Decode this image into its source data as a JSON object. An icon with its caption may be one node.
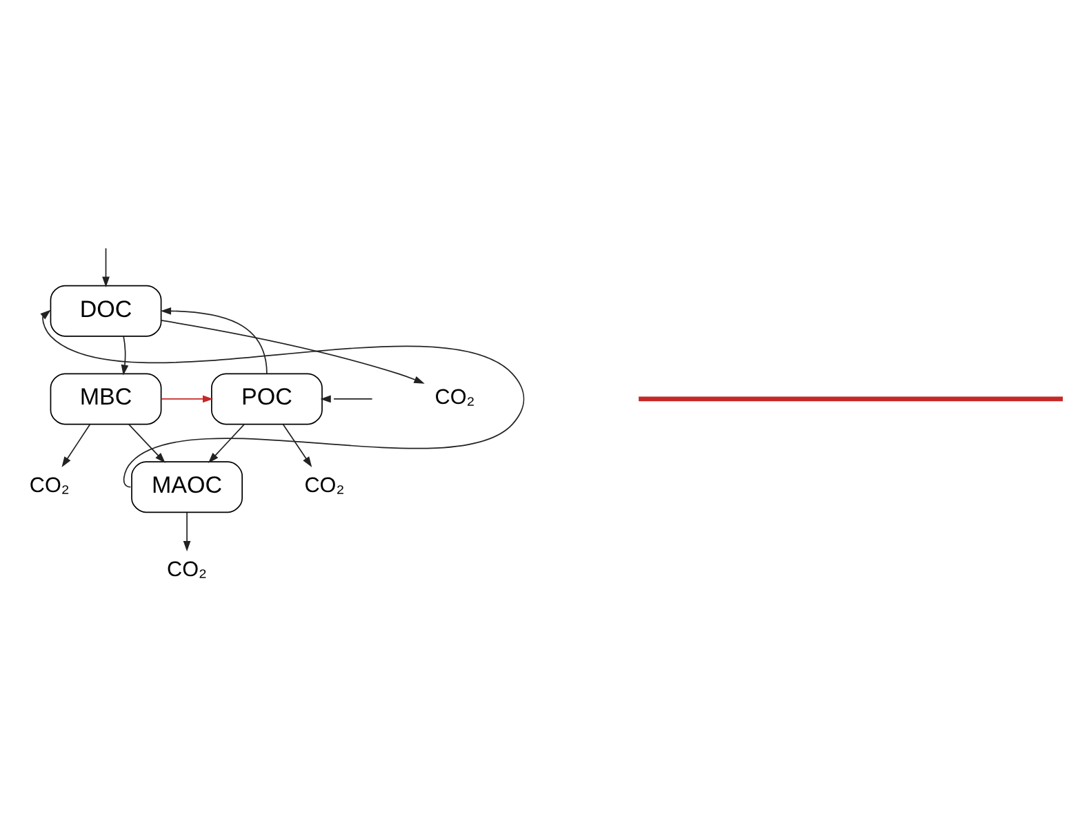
{
  "diagram": {
    "nodes": [
      {
        "text": [
          "DOC"
        ]
      },
      {
        "text": [
          "MBC"
        ]
      },
      {
        "text": [
          "POC"
        ]
      },
      {
        "text": [
          "MAOC"
        ]
      },
      {
        "text": [
          "CO₂"
        ]
      },
      {
        "text": [
          "CO₂"
        ]
      },
      {
        "text": [
          "CO₂"
        ]
      },
      {
        "text": [
          "CO₂"
        ]
      },
      {
        "text": [],
        "shape": "bar"
      }
    ],
    "edges": [
      {
        "from": null,
        "to": 0,
        "arrow": "to"
      },
      {
        "from": 0,
        "to": 4,
        "arrow": "to"
      },
      {
        "from": 0,
        "to": 1,
        "arrow": "to"
      },
      {
        "from": 1,
        "to": 2,
        "arrow": "to",
        "color": "#c62828"
      },
      {
        "from": null,
        "to": 2,
        "arrow": "to"
      },
      {
        "from": 1,
        "to": 5,
        "arrow": "to"
      },
      {
        "from": 2,
        "to": 6,
        "arrow": "to"
      },
      {
        "from": 2,
        "to": 0,
        "arrow": "to"
      },
      {
        "from": 1,
        "to": 3,
        "arrow": "to"
      },
      {
        "from": 2,
        "to": 3,
        "arrow": "to"
      },
      {
        "from": 3,
        "to": 7,
        "arrow": "to"
      },
      {
        "from": 3,
        "to": 0,
        "arrow": "to"
      }
    ]
  }
}
